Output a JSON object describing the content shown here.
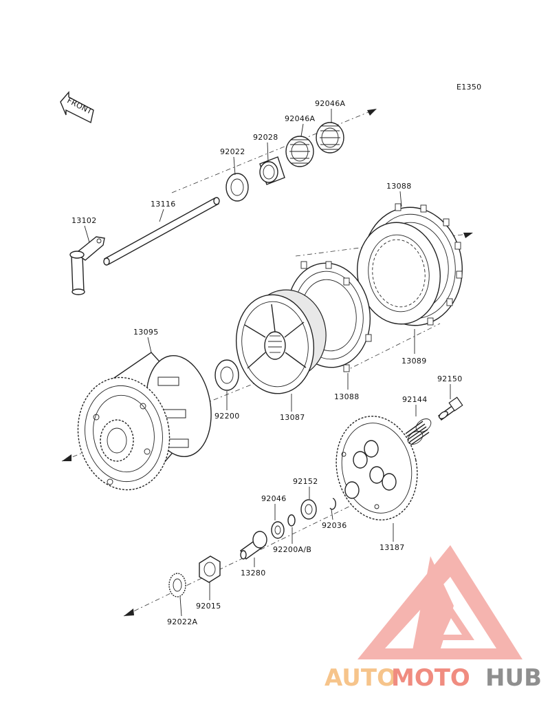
{
  "diagram": {
    "code": "E1350",
    "front_marker": "FRONT",
    "part_labels": {
      "p_92046A_top": "92046A",
      "p_92046A_mid": "92046A",
      "p_92028": "92028",
      "p_92022": "92022",
      "p_13116": "13116",
      "p_13102": "13102",
      "p_13088_top": "13088",
      "p_13089": "13089",
      "p_13088_bot": "13088",
      "p_92150": "92150",
      "p_92144": "92144",
      "p_13095": "13095",
      "p_92200": "92200",
      "p_13087": "13087",
      "p_92152": "92152",
      "p_92046": "92046",
      "p_92036": "92036",
      "p_92200AB": "92200A/B",
      "p_13187": "13187",
      "p_13280": "13280",
      "p_92015": "92015",
      "p_92022A": "92022A"
    }
  },
  "watermark": {
    "part1": "AUTO",
    "part2": "MOTO",
    "part3": "HUB",
    "colors": {
      "triangle": "#f4a7a2",
      "auto": "#f6c48b",
      "moto": "#f08c80",
      "hub": "#8f8f8f"
    }
  }
}
